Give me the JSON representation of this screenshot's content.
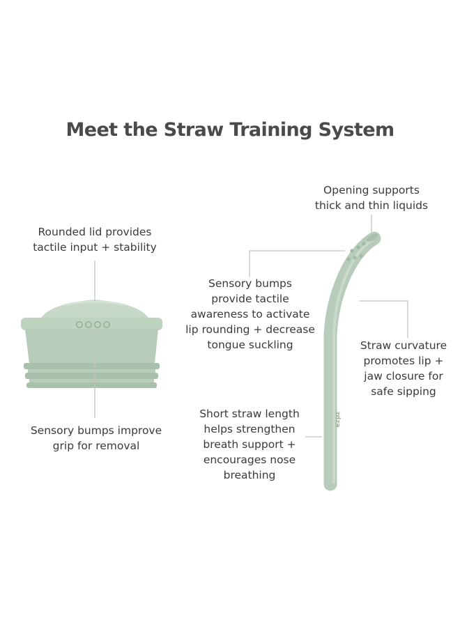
{
  "title": "Meet the Straw Training System",
  "callouts": {
    "rounded_lid": [
      "Rounded lid provides",
      "tactile input + stability"
    ],
    "grip_bumps": [
      "Sensory bumps improve",
      "grip for removal"
    ],
    "opening": [
      "Opening supports",
      "thick and thin liquids"
    ],
    "sensory_bumps": [
      "Sensory bumps",
      "provide tactile",
      "awareness to activate",
      "lip rounding + decrease",
      "tongue suckling"
    ],
    "curvature": [
      "Straw curvature",
      "promotes lip +",
      "jaw closure for",
      "safe sipping"
    ],
    "length": [
      "Short straw length",
      "helps strengthen",
      "breath support +",
      "encourages nose",
      "breathing"
    ]
  },
  "straw_logo": "ezpz",
  "colors": {
    "sage": "#b7ccba",
    "sage_dark": "#9fb8a3",
    "leader": "#c4c4c4",
    "text": "#3a3a3a"
  }
}
